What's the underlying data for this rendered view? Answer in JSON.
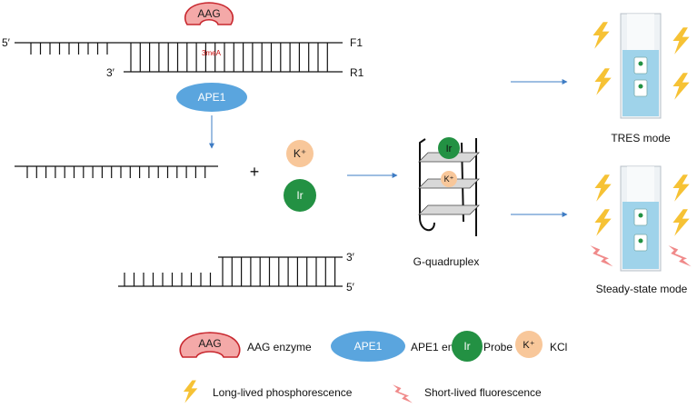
{
  "strand_labels": {
    "top_left_5prime": "5′",
    "top_right_f1": "F1",
    "top_inner_3prime": "3′",
    "top_right_r1": "R1",
    "bottom_right_3prime": "3′",
    "bottom_right_5prime": "5′"
  },
  "lesion_label": "3meA",
  "enzymes": {
    "aag": "AAG",
    "ape1": "APE1"
  },
  "molecules": {
    "potassium": "K⁺",
    "probe": "Ir"
  },
  "plus_sign": "+",
  "g_quadruplex": {
    "label": "G-quadruplex",
    "probe": "Ir",
    "potassium": "K⁺"
  },
  "modes": {
    "tres": "TRES mode",
    "steady": "Steady-state mode"
  },
  "legend": {
    "aag_symbol": "AAG",
    "aag_text": "AAG enzyme",
    "ape1_symbol": "APE1",
    "ape1_text": "APE1 enzyme",
    "probe_symbol": "Ir",
    "probe_text": "Probe",
    "kcl_symbol": "K⁺",
    "kcl_text": "KCl",
    "phosphorescence_text": "Long-lived phosphorescence",
    "fluorescence_text": "Short-lived fluorescence"
  },
  "colors": {
    "aag_fill": "#f4a9a8",
    "aag_stroke": "#c8282f",
    "ape1_fill": "#5aa5de",
    "probe_fill": "#239143",
    "kcl_fill": "#f8c79a",
    "arrow": "#3e7cc4",
    "bolt_yellow": "#f6c235",
    "bolt_pink": "#f08a8a",
    "cuvette_liquid": "#9fd3ea"
  }
}
